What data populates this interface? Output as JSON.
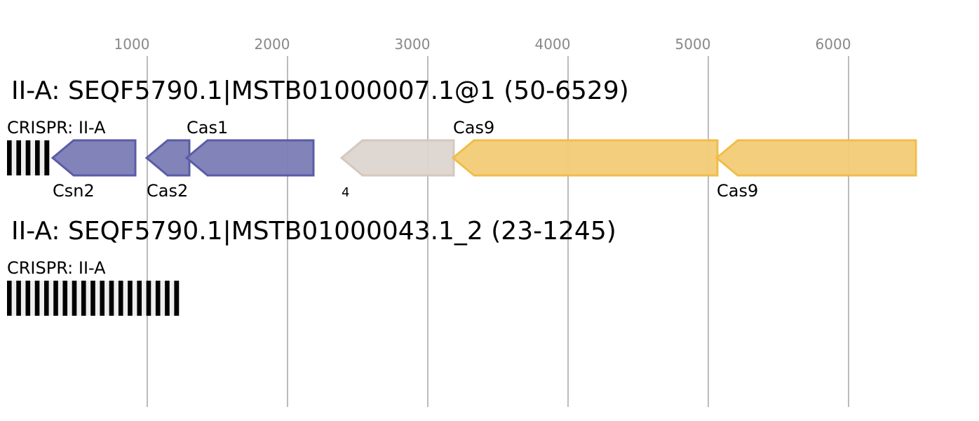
{
  "axis": {
    "ticks": [
      1000,
      2000,
      3000,
      4000,
      5000,
      6000
    ],
    "labels": [
      "1000",
      "2000",
      "3000",
      "4000",
      "5000",
      "6000"
    ]
  },
  "colors": {
    "purple": "#7b7db5",
    "purple_stroke": "#5a5ca6",
    "beige": "#dcd5d0",
    "beige_stroke": "#d5c8bd",
    "yellow": "#f2cc76",
    "yellow_stroke": "#f0bd4a"
  },
  "loci": [
    {
      "title": "II-A: SEQF5790.1|MSTB01000007.1@1 (50-6529)",
      "array": {
        "label": "CRISPR: II-A",
        "start": 0,
        "end": 300,
        "repeats": 5
      },
      "genes": [
        {
          "label": "Csn2",
          "start": 325,
          "end": 915,
          "color": "purple",
          "pos": "above"
        },
        {
          "label": "Cas2",
          "start": 995,
          "end": 1300,
          "color": "purple",
          "pos": "below"
        },
        {
          "label": "Cas1",
          "start": 1280,
          "end": 2185,
          "color": "purple",
          "pos": "above"
        },
        {
          "label": "4",
          "start": 2385,
          "end": 3185,
          "color": "beige",
          "pos": "below"
        },
        {
          "label": "Cas9",
          "start": 3180,
          "end": 5065,
          "color": "yellow",
          "pos": "above"
        },
        {
          "label": "Cas9",
          "start": 5060,
          "end": 6480,
          "color": "yellow",
          "pos": "below"
        }
      ]
    },
    {
      "title": "II-A: SEQF5790.1|MSTB01000043.1_2 (23-1245)",
      "array": {
        "label": "CRISPR: II-A",
        "start": 0,
        "end": 1225,
        "repeats": 19
      },
      "genes": []
    }
  ]
}
